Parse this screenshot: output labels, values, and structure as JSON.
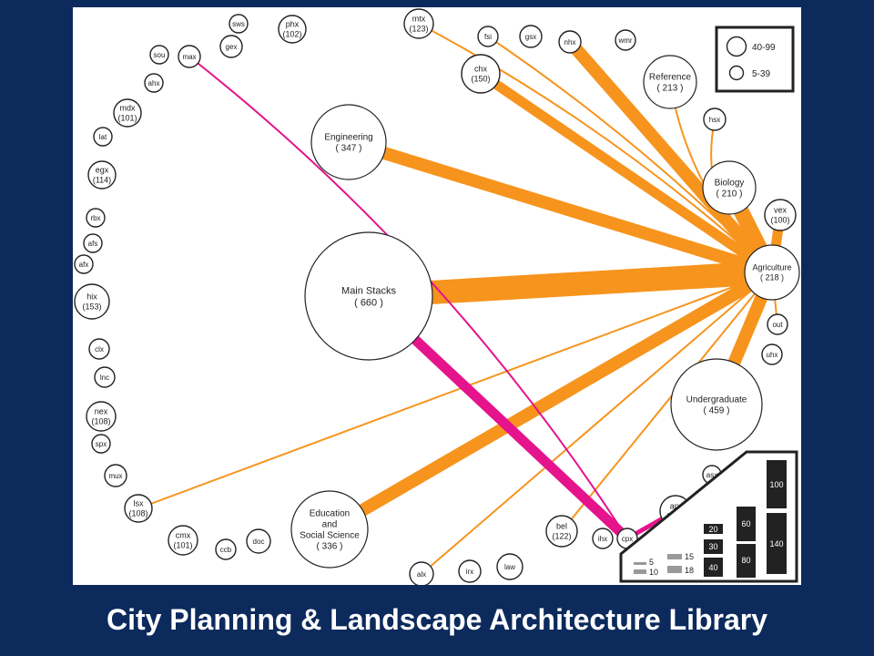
{
  "slide": {
    "title": "City Planning & Landscape Architecture Library"
  },
  "colors": {
    "background": "#0c2a5c",
    "panel": "#ffffff",
    "flow": "#f7941d",
    "highlight_flow": "#e5138c",
    "legend_dark": "#222222",
    "legend_gray": "#999999"
  },
  "diagram": {
    "nodes": [
      {
        "id": "sws",
        "label": "sws",
        "count": ""
      },
      {
        "id": "phx",
        "label": "phx",
        "count": "(102)"
      },
      {
        "id": "gex",
        "label": "gex",
        "count": ""
      },
      {
        "id": "max",
        "label": "max",
        "count": ""
      },
      {
        "id": "sou",
        "label": "sou",
        "count": ""
      },
      {
        "id": "ahx",
        "label": "ahx",
        "count": ""
      },
      {
        "id": "mdx",
        "label": "mdx",
        "count": "(101)"
      },
      {
        "id": "lat",
        "label": "lat",
        "count": ""
      },
      {
        "id": "egx",
        "label": "egx",
        "count": "(114)"
      },
      {
        "id": "rbx",
        "label": "rbx",
        "count": ""
      },
      {
        "id": "afs",
        "label": "afs",
        "count": ""
      },
      {
        "id": "afx",
        "label": "afx",
        "count": ""
      },
      {
        "id": "hix",
        "label": "hix",
        "count": "(153)"
      },
      {
        "id": "clx",
        "label": "clx",
        "count": ""
      },
      {
        "id": "lnc",
        "label": "lnc",
        "count": ""
      },
      {
        "id": "nex",
        "label": "nex",
        "count": "(108)"
      },
      {
        "id": "spx",
        "label": "spx",
        "count": ""
      },
      {
        "id": "mux",
        "label": "mux",
        "count": ""
      },
      {
        "id": "lsx",
        "label": "lsx",
        "count": "(108)"
      },
      {
        "id": "cmx",
        "label": "cmx",
        "count": "(101)"
      },
      {
        "id": "ccb",
        "label": "ccb",
        "count": ""
      },
      {
        "id": "doc",
        "label": "doc",
        "count": ""
      },
      {
        "id": "education",
        "label": "Education\nand\nSocial Science",
        "count": "( 336 )"
      },
      {
        "id": "alx",
        "label": "alx",
        "count": ""
      },
      {
        "id": "irx",
        "label": "irx",
        "count": ""
      },
      {
        "id": "law",
        "label": "law",
        "count": ""
      },
      {
        "id": "bel",
        "label": "bel",
        "count": "(122)"
      },
      {
        "id": "ihx",
        "label": "ihx",
        "count": ""
      },
      {
        "id": "cpx",
        "label": "cpx",
        "count": ""
      },
      {
        "id": "arx",
        "label": "arx",
        "count": "(117)"
      },
      {
        "id": "asx",
        "label": "asx",
        "count": ""
      },
      {
        "id": "mtx",
        "label": "mtx",
        "count": "(123)"
      },
      {
        "id": "fsi",
        "label": "fsi",
        "count": ""
      },
      {
        "id": "gsx",
        "label": "gsx",
        "count": ""
      },
      {
        "id": "nhx",
        "label": "nhx",
        "count": ""
      },
      {
        "id": "wmr",
        "label": "wmr",
        "count": ""
      },
      {
        "id": "chx",
        "label": "chx",
        "count": "(150)"
      },
      {
        "id": "reference",
        "label": "Reference",
        "count": "( 213 )"
      },
      {
        "id": "hsx",
        "label": "hsx",
        "count": ""
      },
      {
        "id": "engineering",
        "label": "Engineering",
        "count": "( 347 )"
      },
      {
        "id": "biology",
        "label": "Biology",
        "count": "( 210 )"
      },
      {
        "id": "vex",
        "label": "vex",
        "count": "(100)"
      },
      {
        "id": "agriculture",
        "label": "Agriculture",
        "count": "( 218 )"
      },
      {
        "id": "out",
        "label": "out",
        "count": ""
      },
      {
        "id": "uhx",
        "label": "uhx",
        "count": ""
      },
      {
        "id": "main",
        "label": "Main Stacks",
        "count": "( 660 )"
      },
      {
        "id": "undergraduate",
        "label": "Undergraduate",
        "count": "( 459 )"
      }
    ],
    "links": [
      {
        "from": "main",
        "to": "agriculture",
        "weight": 140,
        "color": "flow"
      },
      {
        "from": "engineering",
        "to": "agriculture",
        "weight": 40,
        "color": "flow"
      },
      {
        "from": "education",
        "to": "agriculture",
        "weight": 40,
        "color": "flow"
      },
      {
        "from": "biology",
        "to": "agriculture",
        "weight": 20,
        "color": "flow"
      },
      {
        "from": "undergraduate",
        "to": "agriculture",
        "weight": 18,
        "color": "flow"
      },
      {
        "from": "nhx",
        "to": "agriculture",
        "weight": 18,
        "color": "flow"
      },
      {
        "from": "chx",
        "to": "agriculture",
        "weight": 15,
        "color": "flow"
      },
      {
        "from": "vex",
        "to": "agriculture",
        "weight": 15,
        "color": "flow"
      },
      {
        "from": "bel",
        "to": "agriculture",
        "weight": 5,
        "color": "flow"
      },
      {
        "from": "alx",
        "to": "agriculture",
        "weight": 5,
        "color": "flow"
      },
      {
        "from": "lsx",
        "to": "agriculture",
        "weight": 5,
        "color": "flow"
      },
      {
        "from": "mtx",
        "to": "agriculture",
        "weight": 5,
        "color": "flow"
      },
      {
        "from": "fsi",
        "to": "agriculture",
        "weight": 5,
        "color": "flow"
      },
      {
        "from": "reference",
        "to": "agriculture",
        "weight": 5,
        "color": "flow"
      },
      {
        "from": "hsx",
        "to": "agriculture",
        "weight": 5,
        "color": "flow"
      },
      {
        "from": "out",
        "to": "agriculture",
        "weight": 5,
        "color": "flow"
      },
      {
        "from": "main",
        "to": "cpx",
        "weight": 15,
        "color": "highlight_flow"
      },
      {
        "from": "max",
        "to": "cpx",
        "weight": 5,
        "color": "highlight_flow"
      },
      {
        "from": "arx",
        "to": "cpx",
        "weight": 10,
        "color": "highlight_flow"
      }
    ]
  },
  "legend_nodes": {
    "items": [
      {
        "label": "40-99"
      },
      {
        "label": "5-39"
      }
    ]
  },
  "legend_links": {
    "thin": [
      {
        "label": "5"
      },
      {
        "label": "10"
      },
      {
        "label": "15"
      },
      {
        "label": "18"
      }
    ],
    "bars": [
      {
        "label": "20"
      },
      {
        "label": "30"
      },
      {
        "label": "40"
      },
      {
        "label": "60"
      },
      {
        "label": "80"
      },
      {
        "label": "100"
      },
      {
        "label": "140"
      }
    ]
  }
}
